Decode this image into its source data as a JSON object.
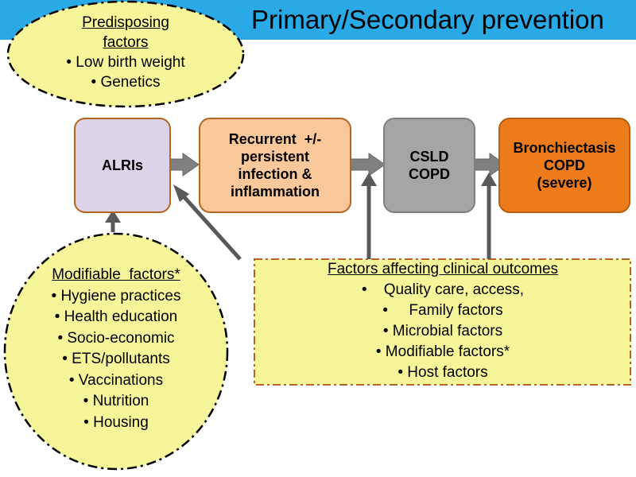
{
  "title": "Primary/Secondary prevention",
  "predisposing": {
    "heading_line1": "Predisposing",
    "heading_line2": "factors",
    "items": [
      "• Low birth weight",
      "• Genetics"
    ]
  },
  "boxes": {
    "alris": "ALRIs",
    "recurrent": [
      "Recurrent  +/-",
      "persistent",
      "infection &",
      "inflammation"
    ],
    "csld": [
      "CSLD",
      "COPD"
    ],
    "bronchiectasis": [
      "Bronchiectasis",
      "COPD",
      "(severe)"
    ]
  },
  "modifiable": {
    "heading": "Modifiable  factors*",
    "items": [
      "• Hygiene practices",
      "• Health education",
      "• Socio-economic",
      "• ETS/pollutants",
      "• Vaccinations",
      "• Nutrition",
      "• Housing"
    ]
  },
  "outcomes": {
    "heading": "Factors affecting clinical outcomes",
    "items": [
      "•    Quality care, access,",
      "•     Family factors",
      "• Microbial factors",
      "• Modifiable factors*",
      "• Host factors"
    ]
  },
  "colors": {
    "title_bar": "#29a9e6",
    "oval_fill": "#f7f59a",
    "alris_fill": "#dcd3e9",
    "recurrent_fill": "#f9c89a",
    "csld_fill": "#a5a5a5",
    "bronch_fill": "#ee7b1b",
    "box_border": "#b5651d",
    "arrow": "#595959"
  }
}
